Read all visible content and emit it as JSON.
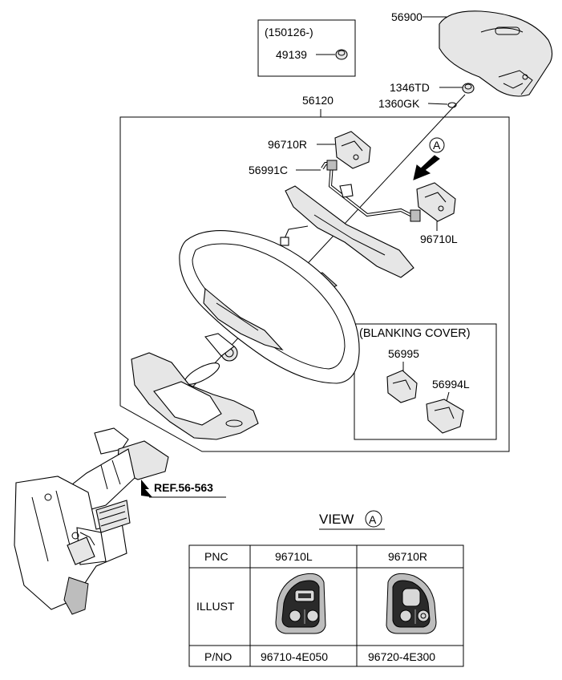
{
  "labels": {
    "airbag": "56900",
    "serial_box_header": "(150126-)",
    "nut_boxed": "49139",
    "nut": "1346TD",
    "washer": "1360GK",
    "wheel_assy": "56120",
    "switch_right": "96710R",
    "harness": "56991C",
    "switch_left": "96710L",
    "view_marker": "A",
    "blanking_title": "(BLANKING COVER)",
    "blank_a": "56995",
    "blank_b": "56994L",
    "ref": "REF.56-563"
  },
  "view_title": "VIEW",
  "view_circle": "A",
  "table": {
    "headers": [
      "PNC",
      "96710L",
      "96710R"
    ],
    "illust_label": "ILLUST",
    "pno_label": "P/NO",
    "pno_values": [
      "96710-4E050",
      "96720-4E300"
    ]
  }
}
